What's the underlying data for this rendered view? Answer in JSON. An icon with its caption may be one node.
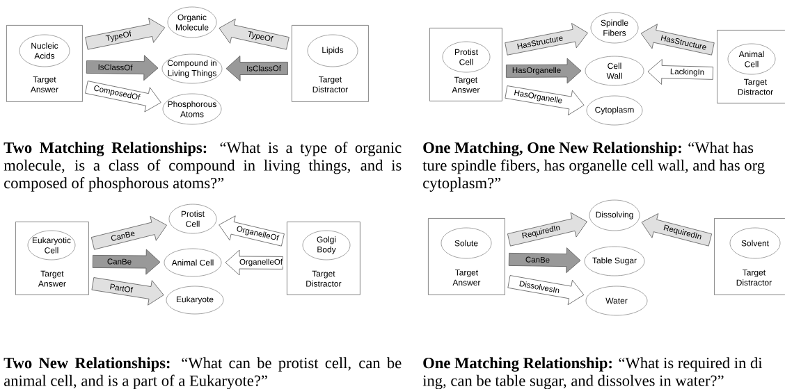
{
  "diagram": {
    "nodes": [
      {
        "text": [
          "Target Answer"
        ]
      },
      {
        "text": [
          "Nucleic Acids"
        ],
        "in": 0
      },
      {
        "text": [
          "Organic Molecule"
        ]
      },
      {
        "text": [
          "Compound in Living Things"
        ]
      },
      {
        "text": [
          "Phosphorous Atoms"
        ]
      },
      {
        "text": [
          "Target Distractor"
        ]
      },
      {
        "text": [
          "Lipids"
        ],
        "in": 5
      },
      {
        "text": [
          "Target Answer"
        ]
      },
      {
        "text": [
          "Protist Cell"
        ],
        "in": 7
      },
      {
        "text": [
          "Spindle Fibers"
        ]
      },
      {
        "text": [
          "Cell Wall"
        ]
      },
      {
        "text": [
          "Cytoplasm"
        ]
      },
      {
        "text": [
          "Target Distractor"
        ]
      },
      {
        "text": [
          "Animal Cell"
        ],
        "in": 12
      },
      {
        "text": [
          "Target Answer"
        ]
      },
      {
        "text": [
          "Eukaryotic Cell"
        ],
        "in": 14
      },
      {
        "text": [
          "Protist Cell"
        ]
      },
      {
        "text": [
          "Animal Cell"
        ]
      },
      {
        "text": [
          "Eukaryote"
        ]
      },
      {
        "text": [
          "Target Distractor"
        ]
      },
      {
        "text": [
          "Golgi Body"
        ],
        "in": 19
      },
      {
        "text": [
          "Target Answer"
        ]
      },
      {
        "text": [
          "Solute"
        ],
        "in": 21
      },
      {
        "text": [
          "Dissolving"
        ]
      },
      {
        "text": [
          "Table Sugar"
        ]
      },
      {
        "text": [
          "Water"
        ]
      },
      {
        "text": [
          "Target Distractor"
        ]
      },
      {
        "text": [
          "Solvent"
        ],
        "in": 26
      }
    ],
    "edges": [
      {
        "from": 0,
        "to": 2,
        "arrow": "to",
        "label": "TypeOf"
      },
      {
        "from": 0,
        "to": 3,
        "arrow": "to",
        "label": "IsClassOf",
        "color": "#999999"
      },
      {
        "from": 0,
        "to": 4,
        "arrow": "to",
        "label": "ComposedOf",
        "color": "#ffffff"
      },
      {
        "from": 5,
        "to": 2,
        "arrow": "to",
        "label": "TypeOf"
      },
      {
        "from": 5,
        "to": 3,
        "arrow": "to",
        "label": "IsClassOf",
        "color": "#999999"
      },
      {
        "from": 7,
        "to": 9,
        "arrow": "to",
        "label": "HasStructure"
      },
      {
        "from": 7,
        "to": 10,
        "arrow": "to",
        "label": "HasOrganelle",
        "color": "#999999"
      },
      {
        "from": 7,
        "to": 11,
        "arrow": "to",
        "label": "HasOrganelle",
        "color": "#ffffff"
      },
      {
        "from": 12,
        "to": 9,
        "arrow": "to",
        "label": "HasStructure"
      },
      {
        "from": 12,
        "to": 10,
        "arrow": "to",
        "label": "LackingIn",
        "color": "#ffffff"
      },
      {
        "from": 14,
        "to": 16,
        "arrow": "to",
        "label": "CanBe"
      },
      {
        "from": 14,
        "to": 17,
        "arrow": "to",
        "label": "CanBe",
        "color": "#999999"
      },
      {
        "from": 14,
        "to": 18,
        "arrow": "to",
        "label": "PartOf"
      },
      {
        "from": 19,
        "to": 16,
        "arrow": "to",
        "label": "OrganelleOf",
        "color": "#ffffff"
      },
      {
        "from": 19,
        "to": 17,
        "arrow": "to",
        "label": "OrganelleOf",
        "color": "#ffffff"
      },
      {
        "from": 21,
        "to": 23,
        "arrow": "to",
        "label": "RequiredIn"
      },
      {
        "from": 21,
        "to": 24,
        "arrow": "to",
        "label": "CanBe",
        "color": "#999999"
      },
      {
        "from": 21,
        "to": 25,
        "arrow": "to",
        "label": "DissolvesIn",
        "color": "#ffffff"
      },
      {
        "from": 26,
        "to": 23,
        "arrow": "to",
        "label": "RequiredIn"
      }
    ],
    "labels": [
      "**Two Matching Relationships:** “What is a type of organic molecule, is a class of compound in living things, and is composed of phosphorous atoms?”",
      "**One Matching, One New Relationship:** “What has",
      "ture spindle fibers, has organelle cell wall, and has org",
      "cytoplasm?”",
      "**Two New Relationships:** “What can be protist cell, can be animal cell, and is a part of a Eukaryote?”",
      "**One Matching Relationship:** “What is required in di",
      "ing, can be table sugar, and dissolves in water?”"
    ]
  }
}
